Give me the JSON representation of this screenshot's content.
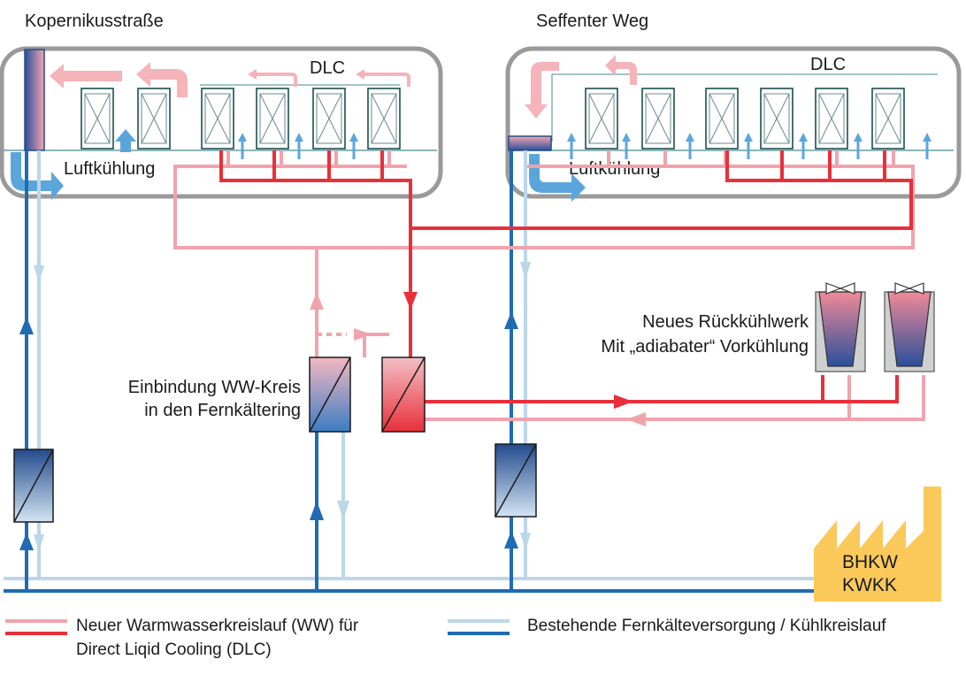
{
  "buildings": {
    "left": {
      "name": "Kopernikusstraße",
      "dlc_label": "DLC",
      "air_label": "Luftkühlung"
    },
    "right": {
      "name": "Seffenter Weg",
      "dlc_label": "DLC",
      "air_label": "Luftkühlung"
    }
  },
  "labels": {
    "integration_line1": "Einbindung WW-Kreis",
    "integration_line2": "in den Fernkältering",
    "cooling_tower_line1": "Neues Rückkühlwerk",
    "cooling_tower_line2": "Mit „adiabater“ Vorkühlung",
    "plant_line1": "BHKW",
    "plant_line2": "KWKK"
  },
  "legend": {
    "ww_line1": "Neuer Warmwasserkreislauf (WW) für",
    "ww_line2": "Direct Liqid Cooling (DLC)",
    "cold_line1": "Bestehende Fernkälteversorgung / Kühlkreislauf"
  },
  "colors": {
    "red": "#e8303a",
    "pink": "#f1a3ad",
    "dark_blue": "#1f6bb4",
    "light_blue": "#bcd6ea",
    "arrow_blue": "#5aa6dc",
    "plant": "#fbc95a",
    "building_border": "#9a9a9a"
  }
}
